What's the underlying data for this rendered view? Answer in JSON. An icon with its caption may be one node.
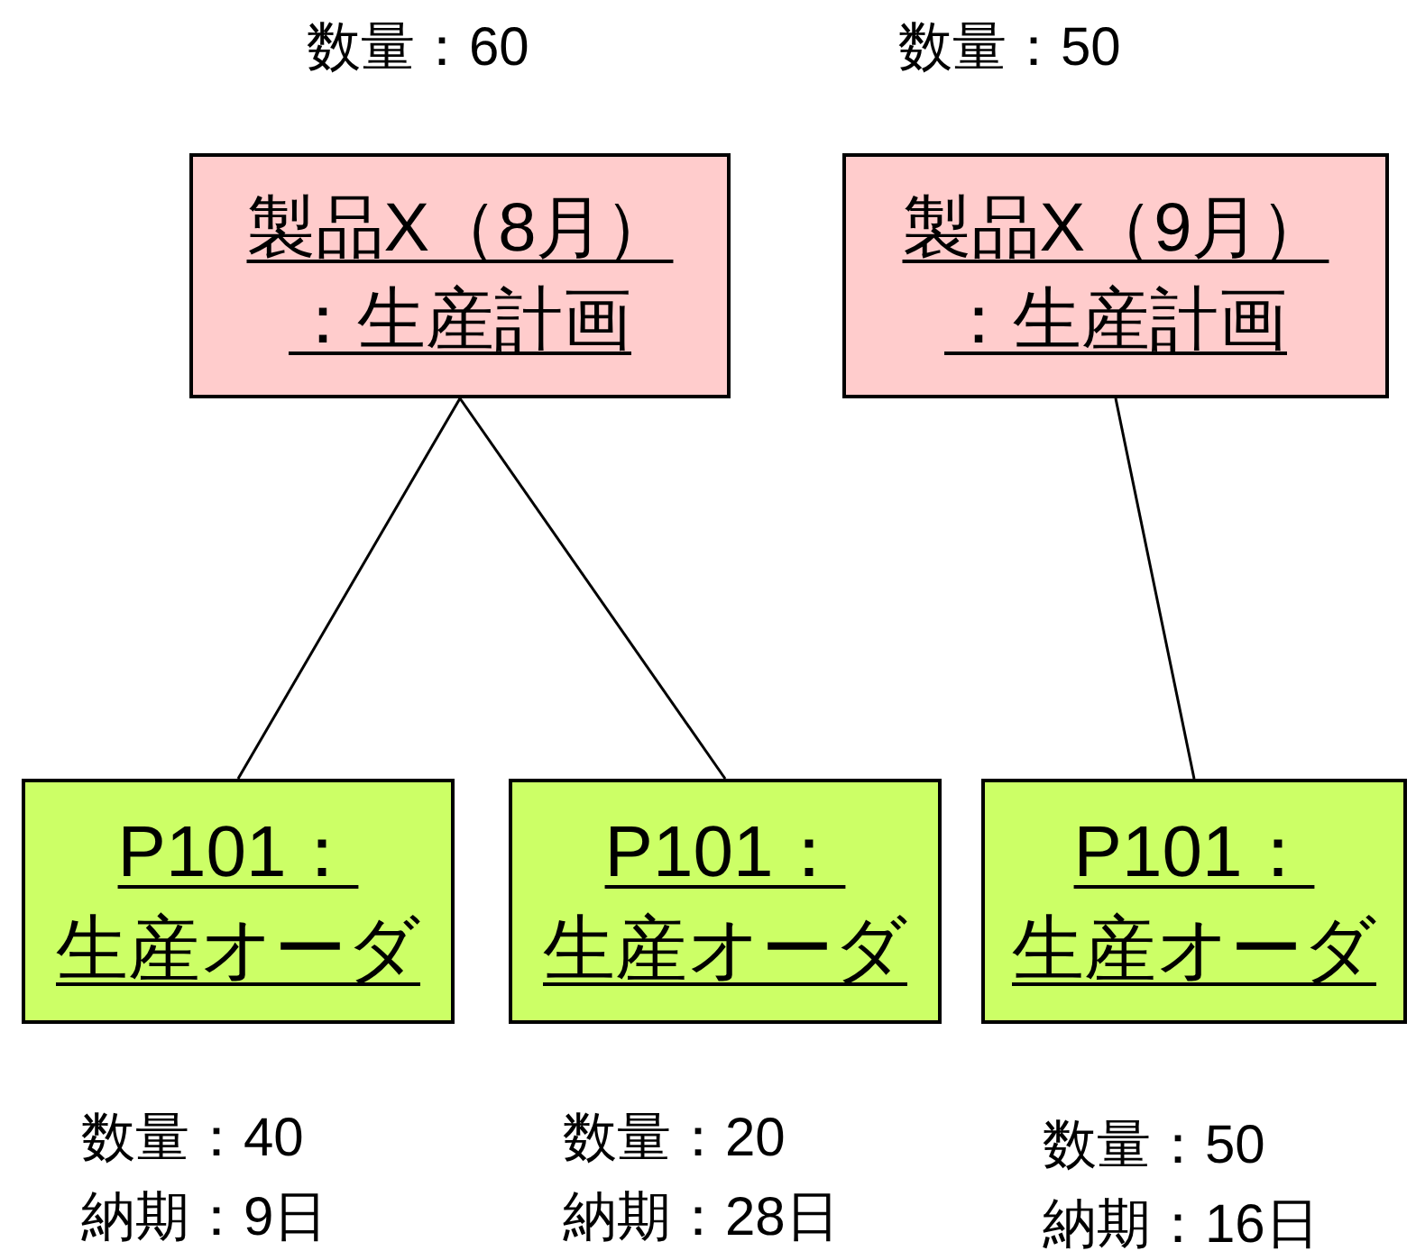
{
  "diagram": {
    "nodes": [
      {
        "text": [
          "製品X（8月）",
          "：生産計画"
        ],
        "beside": [
          "数量：60"
        ]
      },
      {
        "text": [
          "製品X（9月）",
          "：生産計画"
        ],
        "beside": [
          "数量：50"
        ]
      },
      {
        "text": [
          "P101：",
          "生産オーダ"
        ],
        "beside": [
          "数量：40",
          "納期：9日"
        ]
      },
      {
        "text": [
          "P101：",
          "生産オーダ"
        ],
        "beside": [
          "数量：20",
          "納期：28日"
        ]
      },
      {
        "text": [
          "P101：",
          "生産オーダ"
        ],
        "beside": [
          "数量：50",
          "納期：16日"
        ]
      }
    ],
    "edges": [
      {
        "from": 0,
        "to": 2,
        "arrow": "none"
      },
      {
        "from": 0,
        "to": 3,
        "arrow": "none"
      },
      {
        "from": 1,
        "to": 4,
        "arrow": "none"
      }
    ]
  }
}
